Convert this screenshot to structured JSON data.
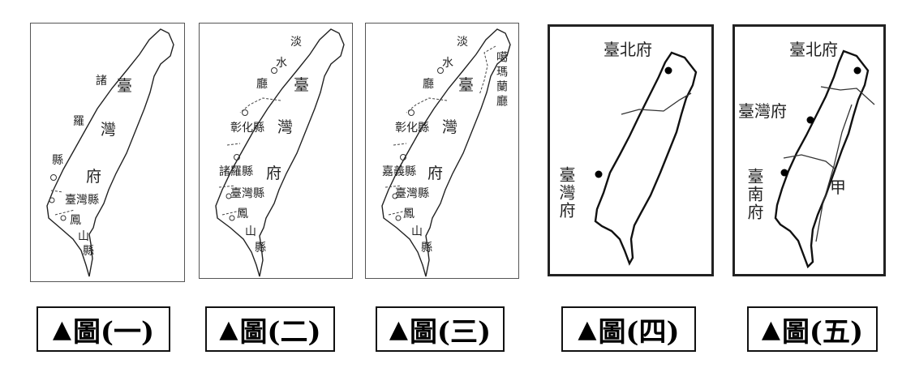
{
  "maps": [
    {
      "labels": {
        "zhu": "諸",
        "tai": "臺",
        "luo": "羅",
        "wan": "灣",
        "xian": "縣",
        "fu": "府",
        "taiwan_county": "臺灣縣",
        "feng": "鳳",
        "shan": "山",
        "shan_xian": "縣"
      },
      "caption": "圖(一)"
    },
    {
      "labels": {
        "dan": "淡",
        "shui": "水",
        "ting": "廳",
        "tai": "臺",
        "changhua": "彰化縣",
        "wan": "灣",
        "zhuluo": "諸羅縣",
        "fu": "府",
        "taiwan_county": "臺灣縣",
        "feng": "鳳",
        "shan": "山",
        "shan_xian": "縣"
      },
      "caption": "圖(二)"
    },
    {
      "labels": {
        "dan": "淡",
        "shui": "水",
        "ting": "廳",
        "tai": "臺",
        "gemalan": "噶瑪蘭廳",
        "changhua": "彰化縣",
        "wan": "灣",
        "jiayi": "嘉義縣",
        "fu": "府",
        "taiwan_county": "臺灣縣",
        "feng": "鳳",
        "shan": "山",
        "shan_xian": "縣"
      },
      "caption": "圖(三)"
    },
    {
      "labels": {
        "taipei": "臺北府",
        "taiwan_fu": "臺灣府"
      },
      "caption": "圖(四)"
    },
    {
      "labels": {
        "taipei": "臺北府",
        "taiwan_fu": "臺灣府",
        "tainan": "臺南府",
        "jia": "甲"
      },
      "caption": "圖(五)"
    }
  ],
  "caption_marker": "▲"
}
